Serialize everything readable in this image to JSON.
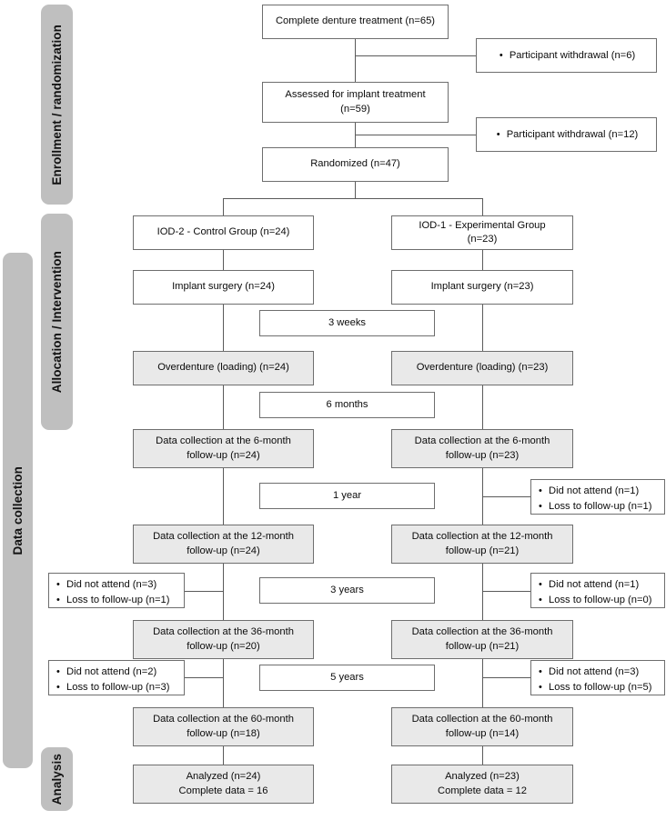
{
  "diagram": {
    "title": "CONSORT participant flow diagram",
    "colors": {
      "rail_fill": "#bfbfbf",
      "box_border": "#6e6e6e",
      "box_fill": "#ffffff",
      "box_fill_shaded": "#e9e9e9",
      "line": "#5a5a5a",
      "text": "#0b0b0b"
    }
  },
  "rails": [
    {
      "id": "enrollment",
      "label": "Enrollment / randomization"
    },
    {
      "id": "allocation",
      "label": "Allocation / Intervention"
    },
    {
      "id": "data-collection",
      "label": "Data collection"
    },
    {
      "id": "analysis",
      "label": "Analysis"
    }
  ],
  "enrollment": {
    "complete_denture": "Complete denture treatment (n=65)",
    "withdrawal_1": "Participant withdrawal  (n=6)",
    "assessed_line1": "Assessed for implant treatment",
    "assessed_line2": "(n=59)",
    "withdrawal_2": "Participant withdrawal  (n=12)",
    "randomized": "Randomized (n=47)"
  },
  "arms": {
    "left": {
      "group_line1": "IOD-2 - Control Group (n=24)",
      "group_line2": "",
      "surgery": "Implant surgery (n=24)",
      "overdenture": "Overdenture (loading) (n=24)",
      "fu6_line1": "Data collection at the 6-month",
      "fu6_line2": "follow-up (n=24)",
      "fu12_line1": "Data collection at the 12-month",
      "fu12_line2": "follow-up (n=24)",
      "fu36_line1": "Data collection at the 36-month",
      "fu36_line2": "follow-up (n=20)",
      "fu60_line1": "Data collection at the 60-month",
      "fu60_line2": "follow-up (n=18)",
      "analyzed_line1": "Analyzed (n=24)",
      "analyzed_line2": "Complete data = 16"
    },
    "right": {
      "group_line1": "IOD-1 - Experimental Group",
      "group_line2": "(n=23)",
      "surgery": "Implant surgery (n=23)",
      "overdenture": "Overdenture (loading) (n=23)",
      "fu6_line1": "Data collection at the 6-month",
      "fu6_line2": "follow-up (n=23)",
      "fu12_line1": "Data collection at the 12-month",
      "fu12_line2": "follow-up (n=21)",
      "fu36_line1": "Data collection at the 36-month",
      "fu36_line2": "follow-up (n=21)",
      "fu60_line1": "Data collection at the 60-month",
      "fu60_line2": "follow-up (n=14)",
      "analyzed_line1": "Analyzed (n=23)",
      "analyzed_line2": "Complete data = 12"
    }
  },
  "intervals": {
    "weeks3": "3 weeks",
    "months6": "6 months",
    "year1": "1 year",
    "years3": "3 years",
    "years5": "5 years"
  },
  "losses": {
    "right_12m": {
      "line1": "Did not attend (n=1)",
      "line2": "Loss to follow-up (n=1)"
    },
    "left_36m": {
      "line1": "Did not attend (n=3)",
      "line2": "Loss to follow-up (n=1)"
    },
    "right_36m": {
      "line1": "Did not attend (n=1)",
      "line2": "Loss to follow-up (n=0)"
    },
    "left_60m": {
      "line1": "Did not attend (n=2)",
      "line2": "Loss to follow-up (n=3)"
    },
    "right_60m": {
      "line1": "Did not attend (n=3)",
      "line2": "Loss to follow-up (n=5)"
    }
  }
}
